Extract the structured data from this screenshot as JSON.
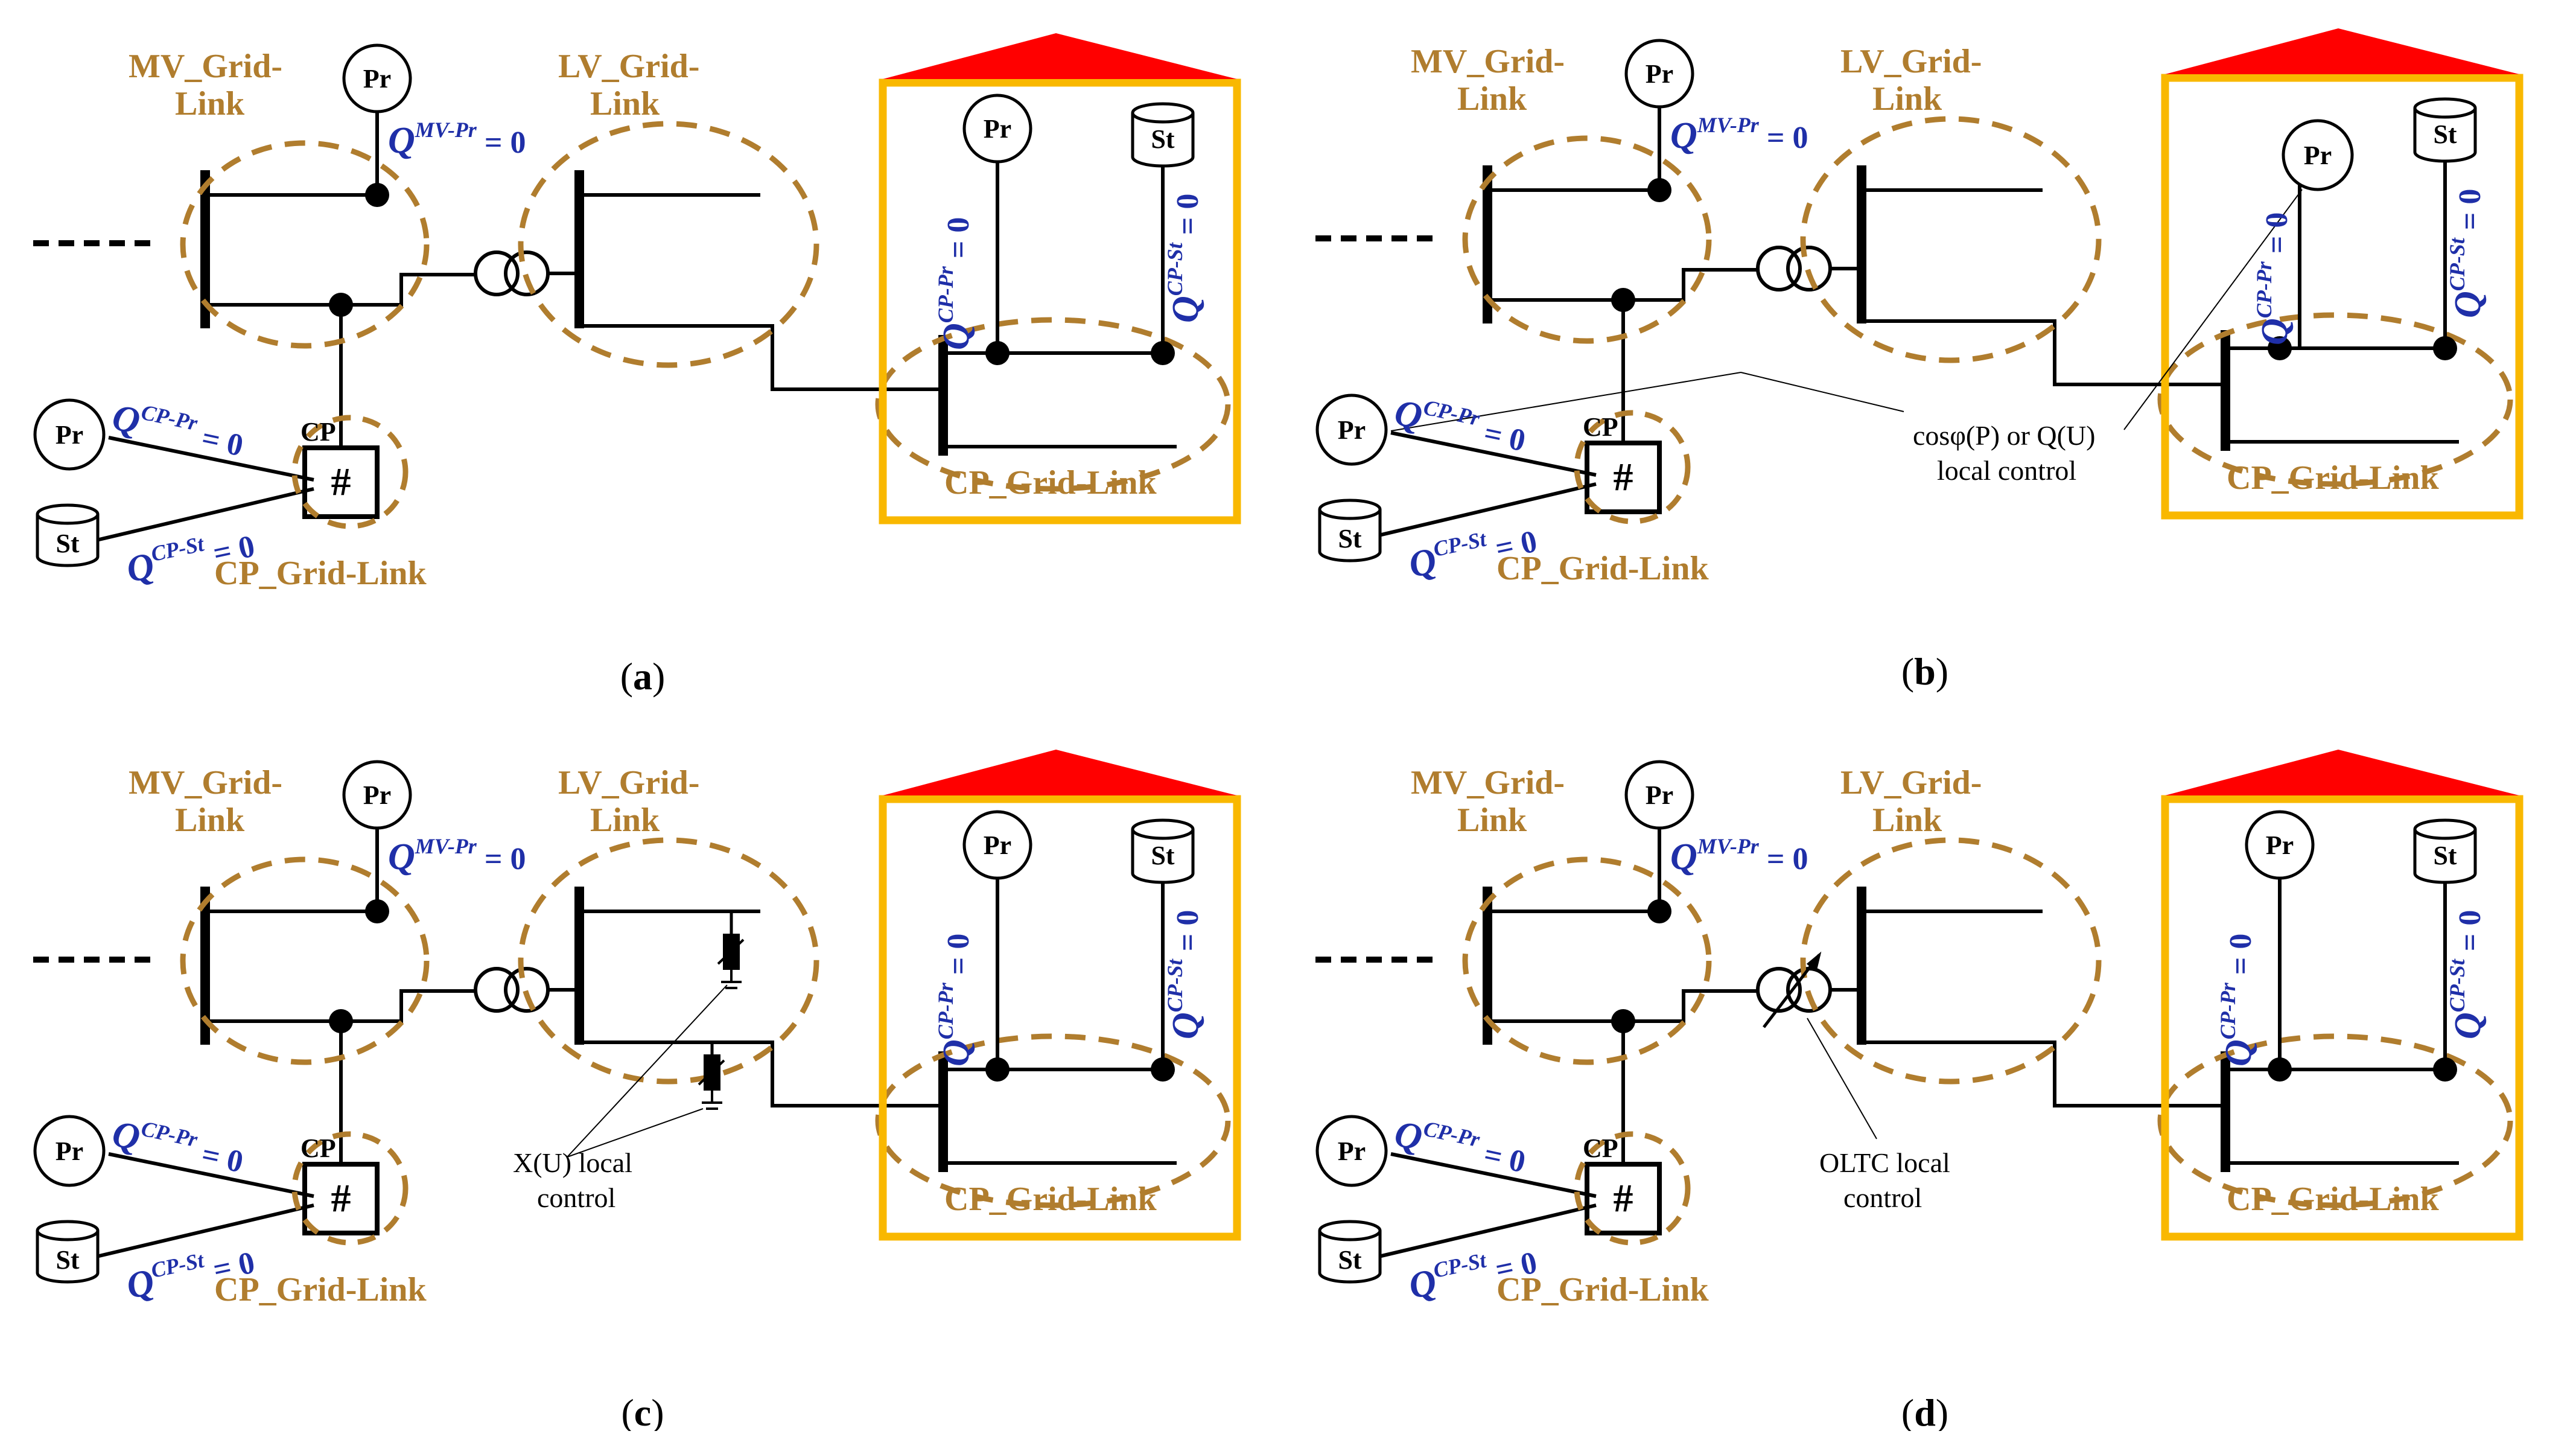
{
  "labels": {
    "mv_grid_link_1": "MV_Grid-",
    "mv_grid_link_2": "Link",
    "lv_grid_link_1": "LV_Grid-",
    "lv_grid_link_2": "Link",
    "cp_grid_link": "CP_Grid-Link",
    "cp": "CP",
    "hash": "#",
    "producer": "Pr",
    "storage": "St",
    "q": "Q",
    "sup_mv_pr": "MV-Pr",
    "sup_cp_pr": "CP-Pr",
    "sup_cp_st": "CP-St",
    "eq_zero": "= 0"
  },
  "panels": [
    {
      "id": "a",
      "caption_open": "(",
      "caption_letter": "a",
      "caption_close": ")",
      "variant": "none",
      "note_lines": []
    },
    {
      "id": "b",
      "caption_open": "(",
      "caption_letter": "b",
      "caption_close": ")",
      "variant": "cosphi",
      "note_lines": [
        "cosφ(P) or Q(U)",
        "local control"
      ]
    },
    {
      "id": "c",
      "caption_open": "(",
      "caption_letter": "c",
      "caption_close": ")",
      "variant": "xu",
      "note_lines": [
        "X(U) local",
        "control"
      ]
    },
    {
      "id": "d",
      "caption_open": "(",
      "caption_letter": "d",
      "caption_close": ")",
      "variant": "oltc",
      "note_lines": [
        "OLTC local",
        "control"
      ]
    }
  ],
  "colors": {
    "grid_link_outline": "#b07d2e",
    "q_text": "#1f2fa8",
    "house_frame": "#f9b800",
    "house_roof": "#ff0000",
    "lines": "#000000"
  }
}
